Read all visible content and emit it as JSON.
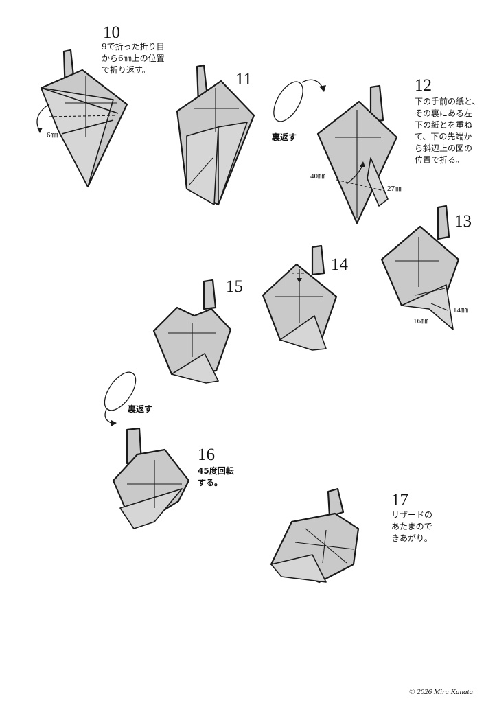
{
  "steps": [
    {
      "number": "10",
      "text": "9で折った折り目\nから6㎜上の位置\nで折り返す。",
      "measure": "6㎜"
    },
    {
      "number": "11",
      "text": "",
      "action": "裏返す"
    },
    {
      "number": "12",
      "text": "下の手前の紙と、\nその裏にある左\n下の紙とを重ね\nて、下の先端か\nら斜辺上の図の\n位置で折る。",
      "measure_left": "40㎜",
      "measure_right": "27㎜"
    },
    {
      "number": "13",
      "measure_a": "14㎜",
      "measure_b": "16㎜"
    },
    {
      "number": "14"
    },
    {
      "number": "15",
      "action": "裏返す"
    },
    {
      "number": "16",
      "text_bold": "45度回転\nする。"
    },
    {
      "number": "17",
      "text": "リザードの\nあたまので\nきあがり。"
    }
  ],
  "copyright": "© 2026 Miru Kanata"
}
